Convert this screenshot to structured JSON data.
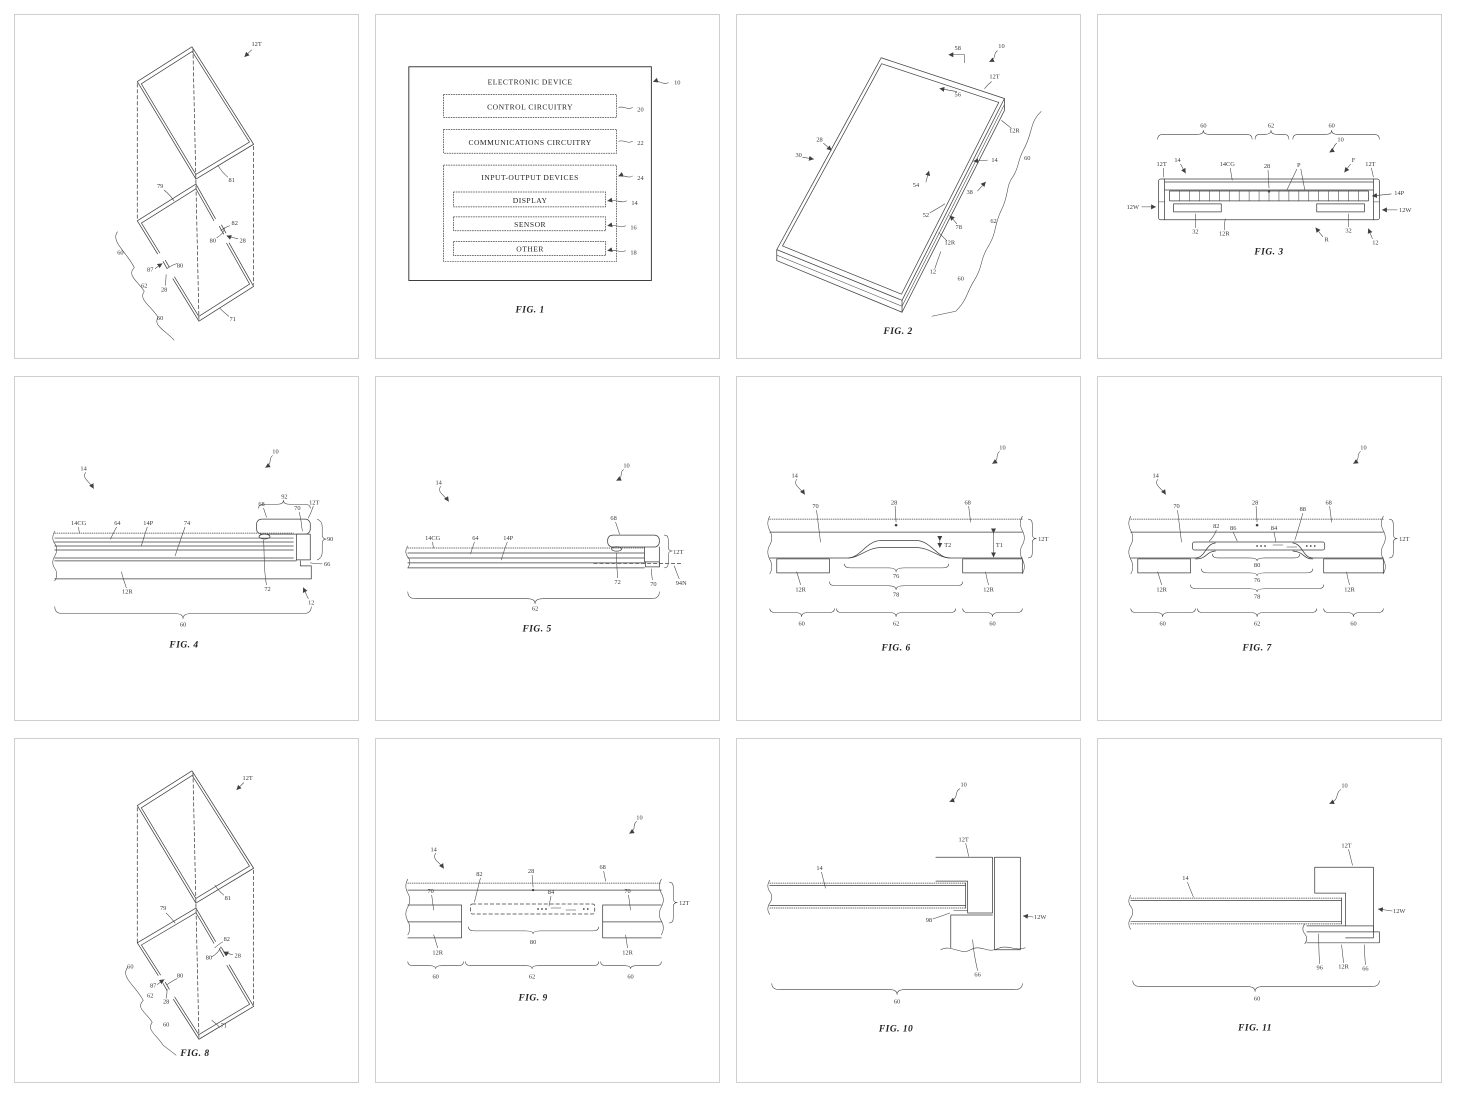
{
  "page": {
    "background": "#ffffff",
    "card_border": "#cfcfcf",
    "ink": "#3f3f3f"
  },
  "figures": {
    "f0": {
      "caption": "",
      "labels": [
        "12T",
        "81",
        "79",
        "82",
        "28",
        "80",
        "87",
        "28",
        "80",
        "60",
        "62",
        "60",
        "71"
      ]
    },
    "f1": {
      "caption": "FIG. 1",
      "title": "ELECTRONIC DEVICE",
      "blocks": {
        "control": "CONTROL CIRCUITRY",
        "comms": "COMMUNICATIONS CIRCUITRY",
        "io": "INPUT-OUTPUT DEVICES",
        "display": "DISPLAY",
        "sensor": "SENSOR",
        "other": "OTHER"
      },
      "refs": {
        "device": "10",
        "control": "20",
        "comms": "22",
        "io": "24",
        "display": "14",
        "sensor": "16",
        "other": "18"
      }
    },
    "f2": {
      "caption": "FIG. 2",
      "labels": [
        "10",
        "58",
        "56",
        "12T",
        "12R",
        "14",
        "28",
        "30",
        "54",
        "38",
        "52",
        "78",
        "12R",
        "12",
        "60",
        "62",
        "60"
      ]
    },
    "f3": {
      "caption": "FIG. 3",
      "labels": [
        "60",
        "62",
        "60",
        "10",
        "12T",
        "14",
        "14CG",
        "28",
        "P",
        "F",
        "12T",
        "12W",
        "14P",
        "12W",
        "32",
        "12R",
        "32",
        "R",
        "12"
      ]
    },
    "f4": {
      "caption": "FIG. 4",
      "labels": [
        "10",
        "14",
        "92",
        "68",
        "70",
        "12T",
        "14CG",
        "64",
        "14P",
        "74",
        "90",
        "66",
        "72",
        "12R",
        "12",
        "60"
      ]
    },
    "f5": {
      "caption": "FIG. 5",
      "labels": [
        "10",
        "14",
        "68",
        "14CG",
        "64",
        "14P",
        "12T",
        "72",
        "70",
        "94N",
        "62"
      ]
    },
    "f6": {
      "caption": "FIG. 6",
      "labels": [
        "10",
        "14",
        "70",
        "28",
        "68",
        "12T",
        "T2",
        "T1",
        "12R",
        "12R",
        "76",
        "78",
        "60",
        "62",
        "60"
      ]
    },
    "f7": {
      "caption": "FIG. 7",
      "labels": [
        "10",
        "14",
        "70",
        "28",
        "82",
        "86",
        "84",
        "88",
        "68",
        "12T",
        "80",
        "76",
        "78",
        "12R",
        "12R",
        "60",
        "62",
        "60"
      ]
    },
    "f8": {
      "caption": "FIG. 8",
      "labels": [
        "12T",
        "81",
        "79",
        "82",
        "28",
        "80",
        "87",
        "28",
        "80",
        "60",
        "62",
        "60",
        "71"
      ]
    },
    "f9": {
      "caption": "FIG. 9",
      "labels": [
        "10",
        "14",
        "82",
        "28",
        "84",
        "68",
        "70",
        "70",
        "12T",
        "80",
        "12R",
        "12R",
        "60",
        "62",
        "60"
      ]
    },
    "f10": {
      "caption": "FIG. 10",
      "labels": [
        "10",
        "12T",
        "14",
        "98",
        "12W",
        "66",
        "60"
      ]
    },
    "f11": {
      "caption": "FIG. 11",
      "labels": [
        "10",
        "12T",
        "14",
        "12W",
        "96",
        "12R",
        "66",
        "60"
      ]
    }
  }
}
